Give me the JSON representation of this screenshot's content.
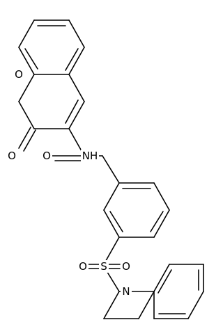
{
  "atoms": [
    {
      "id": "ring_O",
      "label": "O"
    },
    {
      "id": "carbonyl_O_lactone",
      "label": "O"
    },
    {
      "id": "carbonyl_O_amide",
      "label": "O"
    },
    {
      "id": "amide_N",
      "label": "NH"
    },
    {
      "id": "sulfonyl_S",
      "label": "S"
    },
    {
      "id": "sulfonyl_O_left",
      "label": "O"
    },
    {
      "id": "sulfonyl_O_right",
      "label": "O"
    },
    {
      "id": "indoline_N",
      "label": "N"
    }
  ],
  "colors": {
    "bond": "#000000",
    "background": "#ffffff"
  }
}
